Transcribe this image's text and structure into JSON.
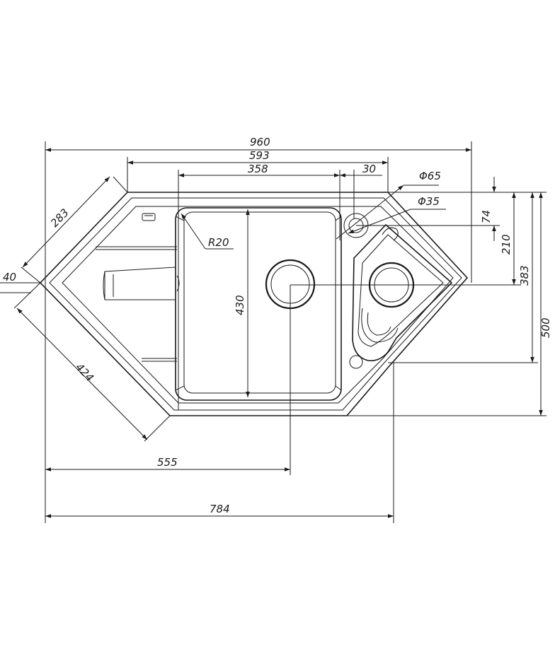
{
  "dimensions": {
    "width_960": "960",
    "width_593": "593",
    "width_358": "358",
    "width_30": "30",
    "dia_65": "Φ65",
    "dia_35": "Φ35",
    "h_74": "74",
    "h_210": "210",
    "h_383": "383",
    "h_500": "500",
    "side_283": "283",
    "side_40": "40",
    "side_424": "424",
    "radius_20": "R20",
    "depth_430": "430",
    "width_555": "555",
    "width_784": "784"
  },
  "colors": {
    "line": "#1a1a1a",
    "background": "#ffffff"
  }
}
